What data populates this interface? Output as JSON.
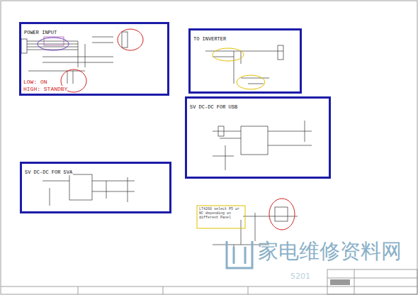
{
  "diagram": {
    "nodes": [
      {
        "text": [
          "POWER INPUT"
        ]
      },
      {
        "text": [
          "TO INVERTER"
        ]
      },
      {
        "text": [
          "5V DC-DC FOR USB"
        ]
      },
      {
        "text": [
          "5V DC-DC FOR 5VA"
        ]
      }
    ],
    "labels": [
      "LOW: ON",
      "HIGH: STANDBY",
      "LT4260 select P5 or NC depending on different Panel",
      "家电维修资料网",
      "5201"
    ]
  }
}
